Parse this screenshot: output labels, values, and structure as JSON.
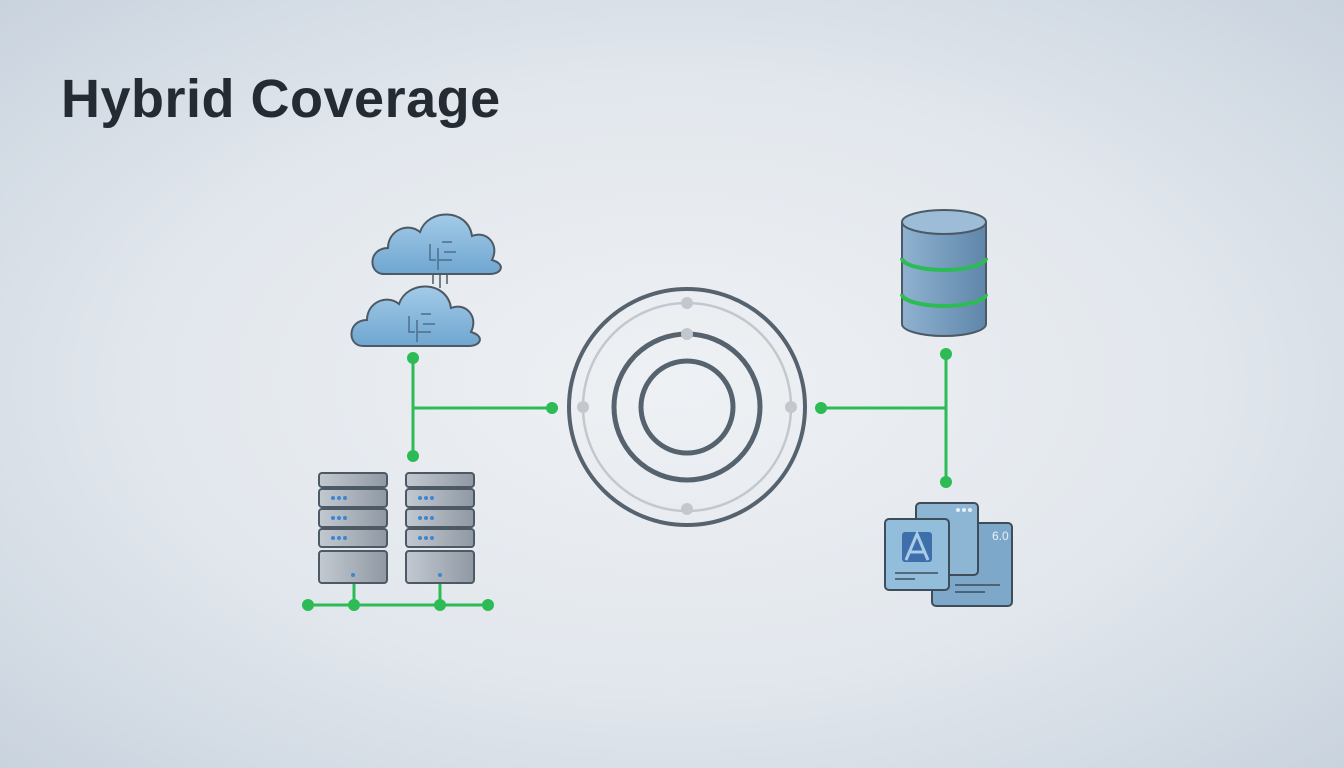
{
  "title": "Hybrid Coverage",
  "colors": {
    "accent": "#2dbb55",
    "stroke": "#4d5a66",
    "cloud": "#7fb3d8",
    "server": "#a9b1bb"
  },
  "nodes": [
    {
      "id": "cloud-services",
      "icon": "cloud-icon"
    },
    {
      "id": "on-prem-servers",
      "icon": "server-rack-icon"
    },
    {
      "id": "coverage-hub",
      "icon": "concentric-rings-icon"
    },
    {
      "id": "database",
      "icon": "database-icon"
    },
    {
      "id": "applications",
      "icon": "app-windows-icon",
      "badge": "6.0"
    }
  ]
}
